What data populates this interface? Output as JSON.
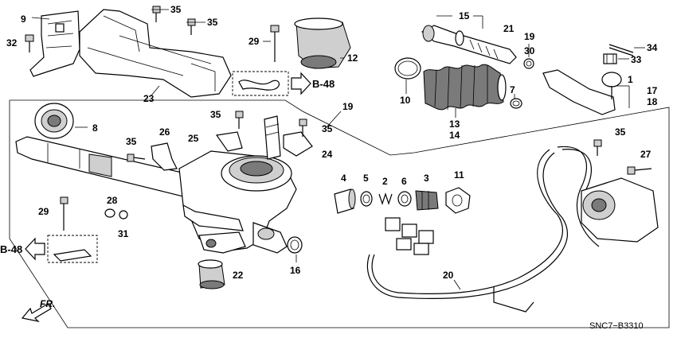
{
  "diagram": {
    "ref_b48_top": "B-48",
    "ref_b48_left": "B-48",
    "front_indicator": "FR.",
    "diagram_code": "SNC7−B3310"
  },
  "callouts": {
    "c9": "9",
    "c32": "32",
    "c35a": "35",
    "c35b": "35",
    "c29a": "29",
    "c12": "12",
    "c15": "15",
    "c21": "21",
    "c19": "19",
    "c30": "30",
    "c34": "34",
    "c33": "33",
    "c1": "1",
    "c17": "17",
    "c18": "18",
    "c10": "10",
    "c7": "7",
    "c13": "13",
    "c14": "14",
    "c23": "23",
    "c8": "8",
    "c19b": "19",
    "c35c": "35",
    "c35d": "35",
    "c26": "26",
    "c25": "25",
    "c35e": "35",
    "c24": "24",
    "c35f": "35",
    "c27": "27",
    "c4": "4",
    "c5": "5",
    "c2": "2",
    "c6": "6",
    "c3": "3",
    "c11": "11",
    "c28": "28",
    "c29b": "29",
    "c31": "31",
    "c22": "22",
    "c16": "16",
    "c20": "20"
  }
}
